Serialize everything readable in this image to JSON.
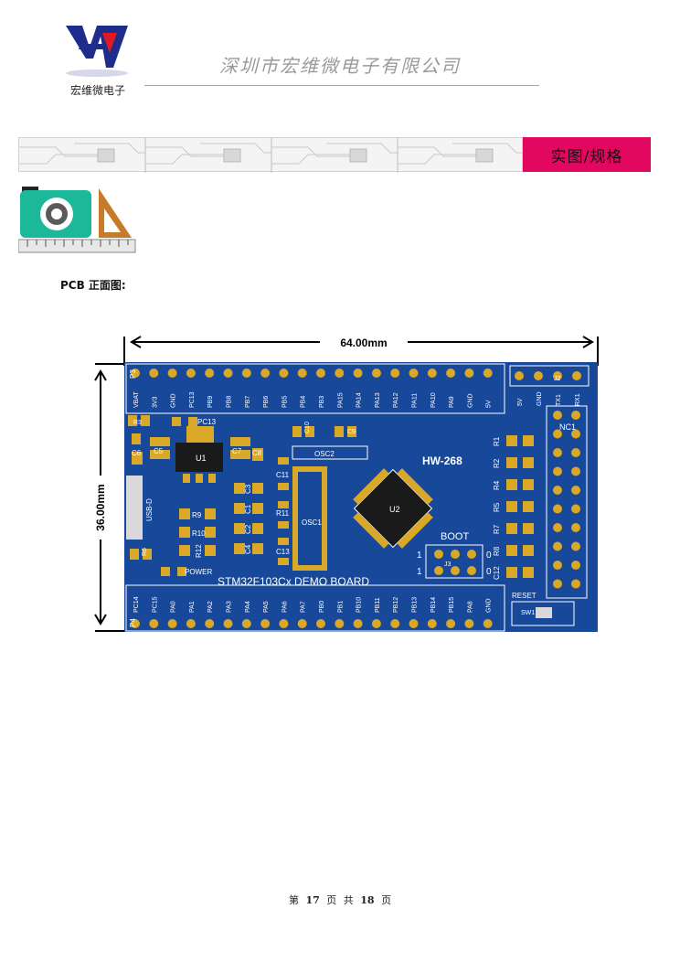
{
  "header": {
    "logo_text": "宏维微电子",
    "company_name": "深圳市宏维微电子有限公司"
  },
  "banner": {
    "tag": "实图/规格"
  },
  "section": {
    "label": "PCB 正面图:"
  },
  "figure": {
    "width_dim": "64.00mm",
    "height_dim": "36.00mm",
    "board_name": "STM32F103Cx DEMO BOARD",
    "model": "HW-268",
    "boot_label": "BOOT",
    "reset_label": "RESET",
    "power_label": "POWER",
    "top_pins": [
      "VBAT",
      "3V3",
      "GND",
      "PC13",
      "PB9",
      "PB8",
      "PB7",
      "PB6",
      "PB5",
      "PB4",
      "PB3",
      "PA15",
      "PA14",
      "PA13",
      "PA12",
      "PA11",
      "PA10",
      "PA9",
      "GND",
      "5V"
    ],
    "bottom_pins": [
      "PC14",
      "PC15",
      "PA0",
      "PA1",
      "PA2",
      "PA3",
      "PA4",
      "PA5",
      "PA6",
      "PA7",
      "PB0",
      "PB1",
      "PB10",
      "PB11",
      "PB12",
      "PB13",
      "PB14",
      "PB15",
      "PA8",
      "GND"
    ],
    "uart_pins": [
      "5V",
      "GND",
      "TX1",
      "RX1"
    ],
    "refs": {
      "p3": "P3",
      "p4": "P4",
      "j2": "J2",
      "j3": "J3",
      "nc1": "NC1",
      "u1": "U1",
      "u2": "U2",
      "osc1": "OSC1",
      "osc2": "OSC2",
      "sw1": "SW1",
      "usb": "USB-D",
      "pc13": "PC13",
      "c5": "C5",
      "c6": "C6",
      "c7": "C7",
      "c8": "C8",
      "c9": "C9",
      "c10": "C10",
      "c11": "C11",
      "c13": "C13",
      "c3": "C3",
      "c1": "C1",
      "c2": "C2",
      "c4": "C4",
      "r9": "R9",
      "r10": "R10",
      "r12": "R12",
      "r11": "R11",
      "r3": "R3",
      "r6": "R6",
      "r1": "R1",
      "r2": "R2",
      "r4": "R4",
      "r5": "R5",
      "r7": "R7",
      "r8": "R8",
      "c12": "C12",
      "boot_1": "1",
      "boot_0a": "0",
      "boot_1b": "1",
      "boot_0b": "0"
    }
  },
  "footer": {
    "prefix": "第",
    "page": "17",
    "mid1": "页",
    "mid2": "共",
    "total": "18",
    "suffix": "页"
  }
}
